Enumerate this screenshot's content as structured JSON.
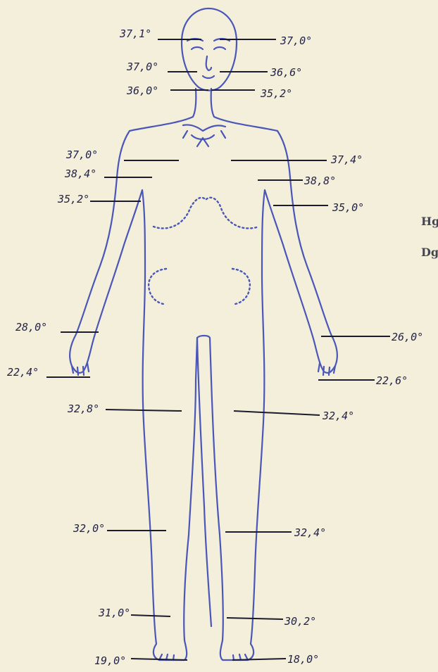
{
  "colors": {
    "paper": "#f3efdb",
    "ink_body": "#4a56b8",
    "ink_text": "#23234a"
  },
  "readings": [
    {
      "id": "forehead-left",
      "label": "37,1°"
    },
    {
      "id": "forehead-right",
      "label": "37,0°"
    },
    {
      "id": "cheek-left",
      "label": "37,0°"
    },
    {
      "id": "cheek-right",
      "label": "36,6°"
    },
    {
      "id": "chin-left",
      "label": "36,0°"
    },
    {
      "id": "chin-right",
      "label": "35,2°"
    },
    {
      "id": "chest-left",
      "label": "37,0°"
    },
    {
      "id": "chest-right",
      "label": "37,4°"
    },
    {
      "id": "armpit-left",
      "label": "38,4°"
    },
    {
      "id": "armpit-right",
      "label": "38,8°"
    },
    {
      "id": "upper-arm-left",
      "label": "35,2°"
    },
    {
      "id": "upper-arm-right",
      "label": "35,0°"
    },
    {
      "id": "wrist-left",
      "label": "28,0°"
    },
    {
      "id": "wrist-right",
      "label": "26,0°"
    },
    {
      "id": "fingers-left",
      "label": "22,4°"
    },
    {
      "id": "fingers-right",
      "label": "22,6°"
    },
    {
      "id": "thigh-left",
      "label": "32,8°"
    },
    {
      "id": "thigh-right",
      "label": "32,4°"
    },
    {
      "id": "calf-left",
      "label": "32,0°"
    },
    {
      "id": "calf-right",
      "label": "32,4°"
    },
    {
      "id": "ankle-left",
      "label": "31,0°"
    },
    {
      "id": "ankle-right",
      "label": "30,2°"
    },
    {
      "id": "toes-left",
      "label": "19,0°"
    },
    {
      "id": "toes-right",
      "label": "18,0°"
    }
  ],
  "margin_text": [
    "Hg",
    "Dg"
  ]
}
